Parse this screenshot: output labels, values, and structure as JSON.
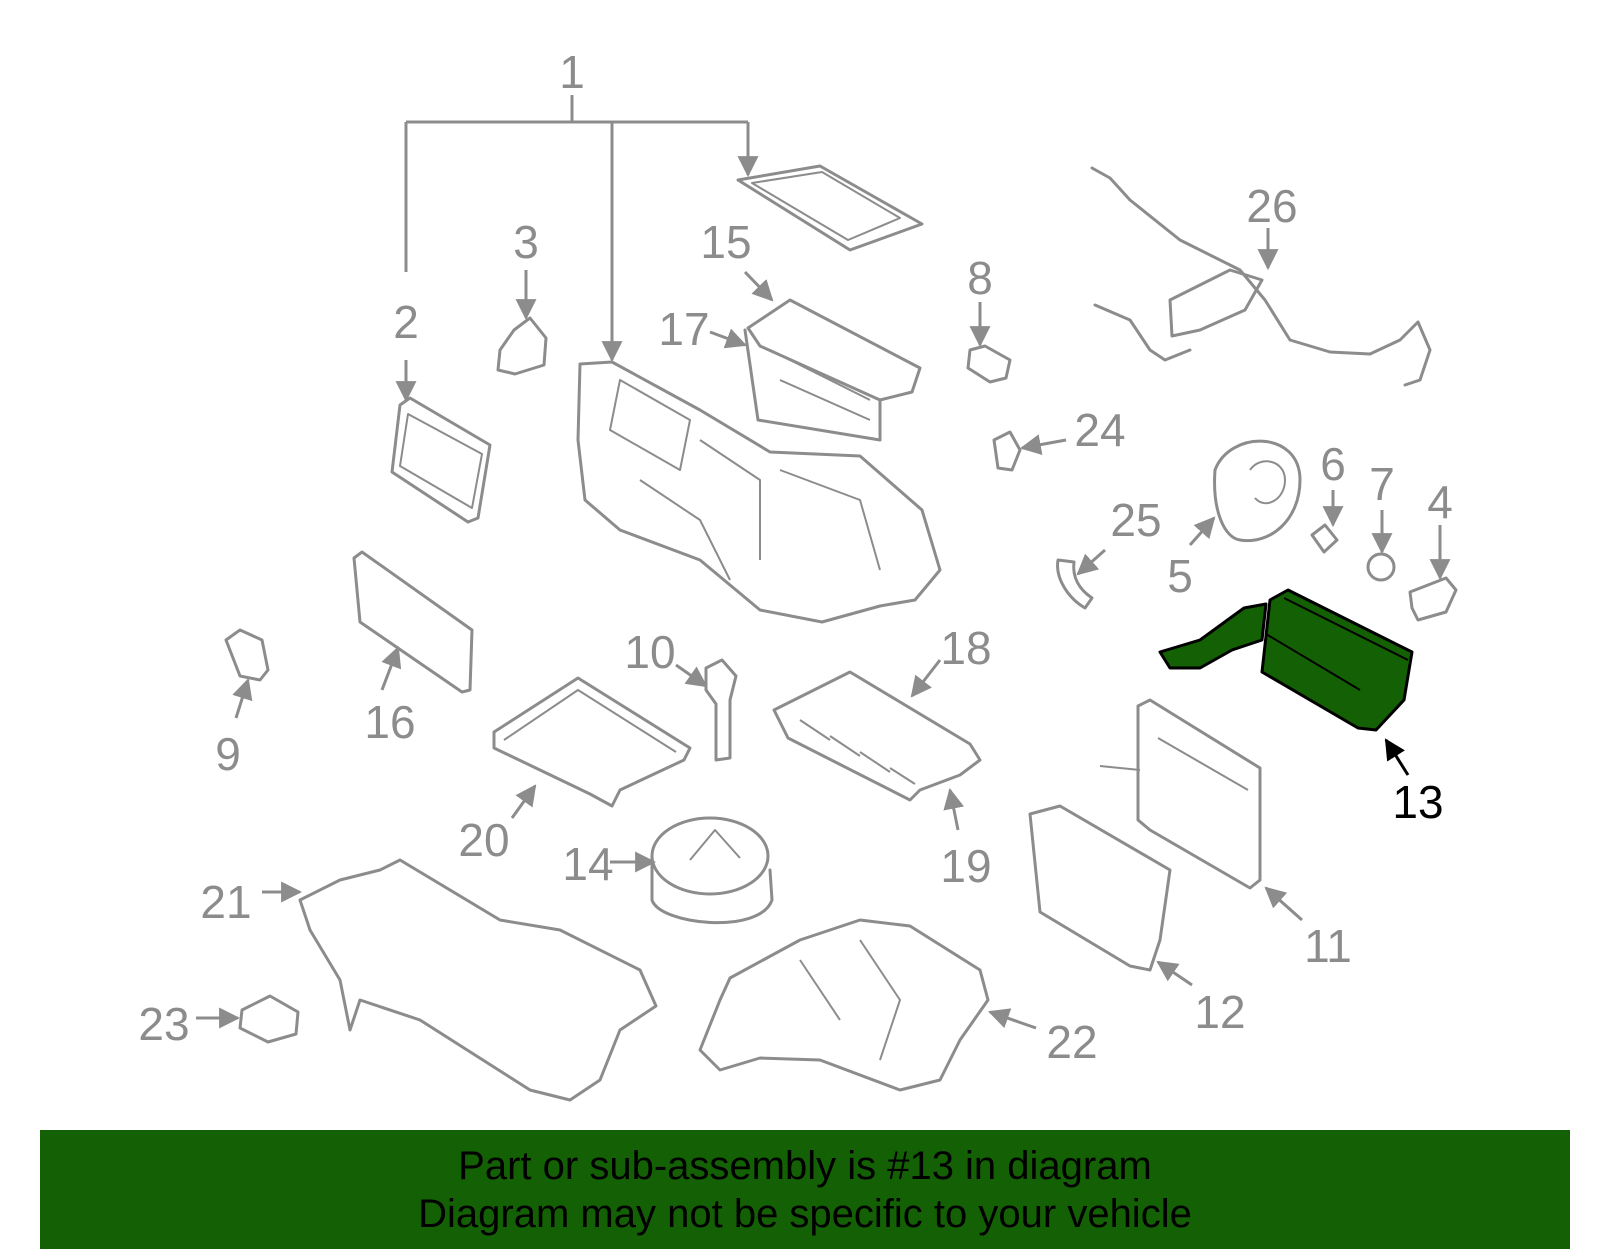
{
  "colors": {
    "highlight": "#146004",
    "line": "#8c8c8c",
    "banner": "#146004"
  },
  "highlighted_part": "13",
  "callouts": [
    "1",
    "2",
    "3",
    "4",
    "5",
    "6",
    "7",
    "8",
    "9",
    "10",
    "11",
    "12",
    "13",
    "14",
    "15",
    "16",
    "17",
    "18",
    "19",
    "20",
    "21",
    "22",
    "23",
    "24",
    "25",
    "26"
  ],
  "banner": {
    "line1": "Part or sub-assembly is #13 in diagram",
    "line2": "Diagram may not be specific to your vehicle"
  }
}
